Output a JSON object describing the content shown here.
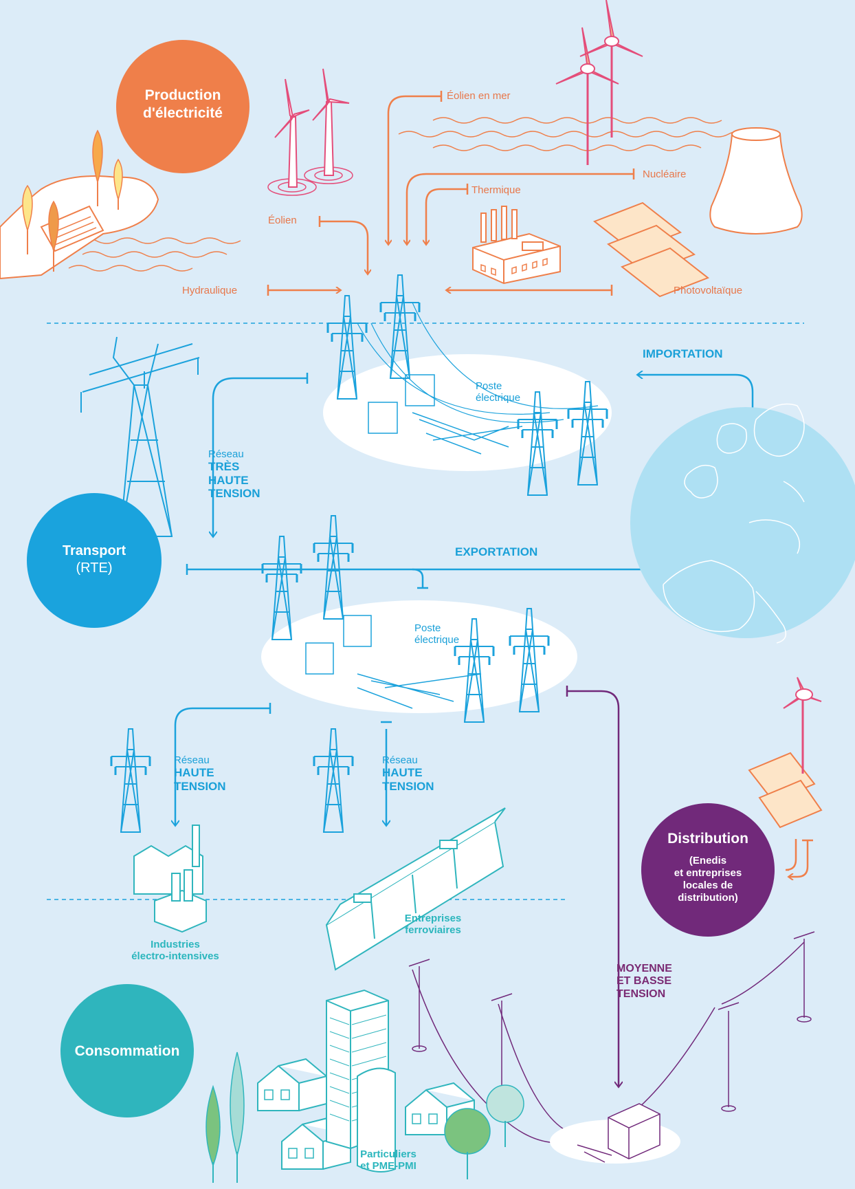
{
  "sections": {
    "production": "Production d'électricité",
    "transport_title": "Transport",
    "transport_sub": "(RTE)",
    "distribution_title": "Distribution",
    "distribution_sub": [
      "(Enedis",
      "et entreprises",
      "locales de",
      "distribution)"
    ],
    "consommation": "Consommation"
  },
  "sources": {
    "eolien": "Éolien",
    "eolien_mer": "Éolien en mer",
    "nucleaire": "Nucléaire",
    "thermique": "Thermique",
    "hydraulique": "Hydraulique",
    "photovoltaique": "Photovoltaïque"
  },
  "flows": {
    "importation": "IMPORTATION",
    "exportation": "EXPORTATION"
  },
  "stations": {
    "poste1": [
      "Poste",
      "électrique"
    ],
    "poste2": [
      "Poste",
      "électrique"
    ]
  },
  "networks": {
    "tht": [
      "Réseau",
      "TRÈS",
      "HAUTE",
      "TENSION"
    ],
    "ht_left": [
      "Réseau",
      "HAUTE",
      "TENSION"
    ],
    "ht_right": [
      "Réseau",
      "HAUTE",
      "TENSION"
    ],
    "mbt": [
      "MOYENNE",
      "ET BASSE",
      "TENSION"
    ]
  },
  "consumers": {
    "industries": [
      "Industries",
      "électro-intensives"
    ],
    "ferroviaires": [
      "Entreprises",
      "ferroviaires"
    ],
    "particuliers": [
      "Particuliers",
      "et PME-PMI"
    ]
  },
  "colors": {
    "background": "#dcecf8",
    "production": "#ef7f4a",
    "transport": "#1ba2dc",
    "distribution": "#71297a",
    "consommation": "#2fb5bd",
    "globe": "#aee0f3"
  }
}
